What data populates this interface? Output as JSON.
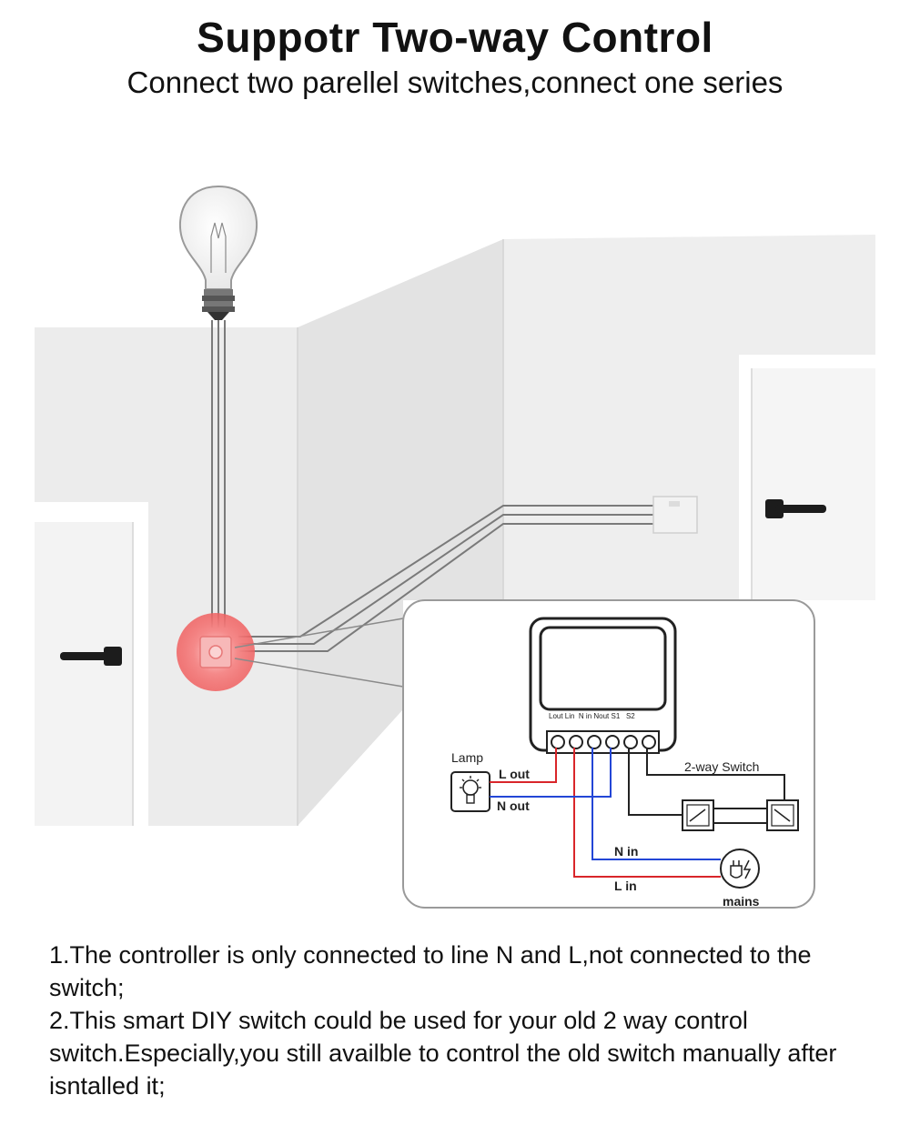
{
  "header": {
    "title": "Suppotr Two-way Control",
    "subtitle": "Connect two parellel switches,connect one series"
  },
  "diagram": {
    "module_terminals": "Lout Lin  N in Nout S1   S2",
    "lamp_label": "Lamp",
    "l_out_label": "L out",
    "n_out_label": "N out",
    "switch_label": "2-way Switch",
    "n_in_label": "N in",
    "l_in_label": "L in",
    "mains_label": "mains",
    "colors": {
      "live": "#d9262a",
      "neutral": "#2346d6",
      "switch_wire": "#222222",
      "highlight": "#f26b6b",
      "wall": "#ebebeb"
    }
  },
  "notes": [
    "1.The controller is only connected to line N and L,not connected to the switch;",
    "2.This smart DIY switch could be used for your old 2 way control switch.Especially,you still availble to control the old switch manually after isntalled it;"
  ]
}
